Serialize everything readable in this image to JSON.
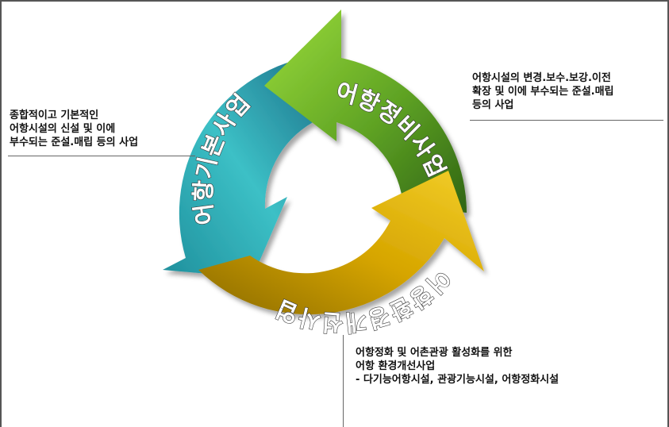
{
  "cycle": {
    "segments": [
      {
        "label": "어항정비사업",
        "color": "#4f8f1e"
      },
      {
        "label": "어항기본사업",
        "color": "#2fa9b3"
      },
      {
        "label": "어항환경개선사업",
        "color": "#d6a300"
      }
    ]
  },
  "notes": {
    "right": {
      "lines": [
        "어항시설의 변경.보수.보강.이전",
        "확장 및 이에 부수되는 준설.매립",
        "등의 사업"
      ]
    },
    "left": {
      "lines": [
        "종합적이고 기본적인",
        "어항시설의 신설 및 이에",
        "부수되는 준설.매립 등의 사업"
      ]
    },
    "bottom": {
      "lines": [
        "어항정화 및 어촌관광 활성화를 위한",
        "어항 환경개선사업",
        "- 다기능어항시설, 관광기능시설, 어항정화시설"
      ]
    }
  }
}
